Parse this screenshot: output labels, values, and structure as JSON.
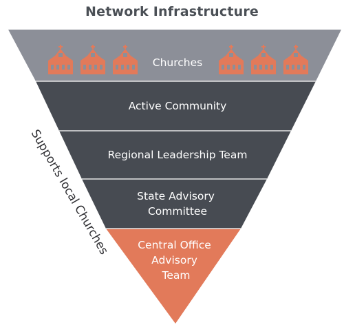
{
  "title": "Network Infrastructure",
  "side_caption": "Supports local Churches",
  "tiers": [
    {
      "label_lines": [
        "Churches"
      ]
    },
    {
      "label_lines": [
        "Active Community"
      ]
    },
    {
      "label_lines": [
        "Regional Leadership Team"
      ]
    },
    {
      "label_lines": [
        "State Advisory",
        "Committee"
      ]
    },
    {
      "label_lines": [
        "Central Office",
        "Advisory",
        "Team"
      ]
    }
  ],
  "icons": {
    "church_icon": "church-icon"
  },
  "colors": {
    "tier_top": "#8c8f98",
    "tier_mid": "#474b52",
    "tier_bottom": "#e27a5a",
    "church": "#e27a5a",
    "separator": "#e6e6e6"
  }
}
